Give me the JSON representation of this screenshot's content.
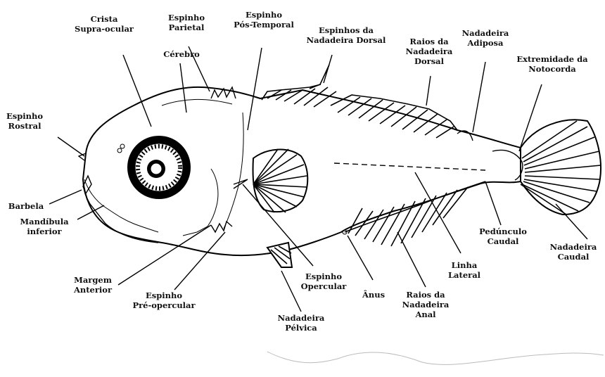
{
  "labels": {
    "crista": "Crista\nSupra-ocular",
    "espinho_parietal": "Espinho\nParietal",
    "espinho_pos_temporal": "Espinho\nPós-Temporal",
    "espinhos_dorsal": "Espinhos da\nNadadeira Dorsal",
    "raios_dorsal": "Raios da\nNadadeira\nDorsal",
    "nadadeira_adiposa": "Nadadeira\nAdiposa",
    "extremidade_notocorda": "Extremidade da\nNotocorda",
    "cerebro": "Cérebro",
    "espinho_rostral": "Espinho\nRostral",
    "barbela": "Barbela",
    "mandibula": "Mandíbula\ninferior",
    "margem_anterior": "Margem\nAnterior",
    "espinho_preopercular": "Espinho\nPré-opercular",
    "nadadeira_pelvica": "Nadadeira\nPélvica",
    "espinho_opercular": "Espinho\nOpercular",
    "anus": "Ânus",
    "raios_anal": "Raios da\nNadadeira\nAnal",
    "linha_lateral": "Linha\nLateral",
    "pedunculo": "Pedúnculo\nCaudal",
    "nadadeira_caudal": "Nadadeira\nCaudal"
  },
  "colors": {
    "ink": "#000000",
    "background": "#ffffff"
  }
}
